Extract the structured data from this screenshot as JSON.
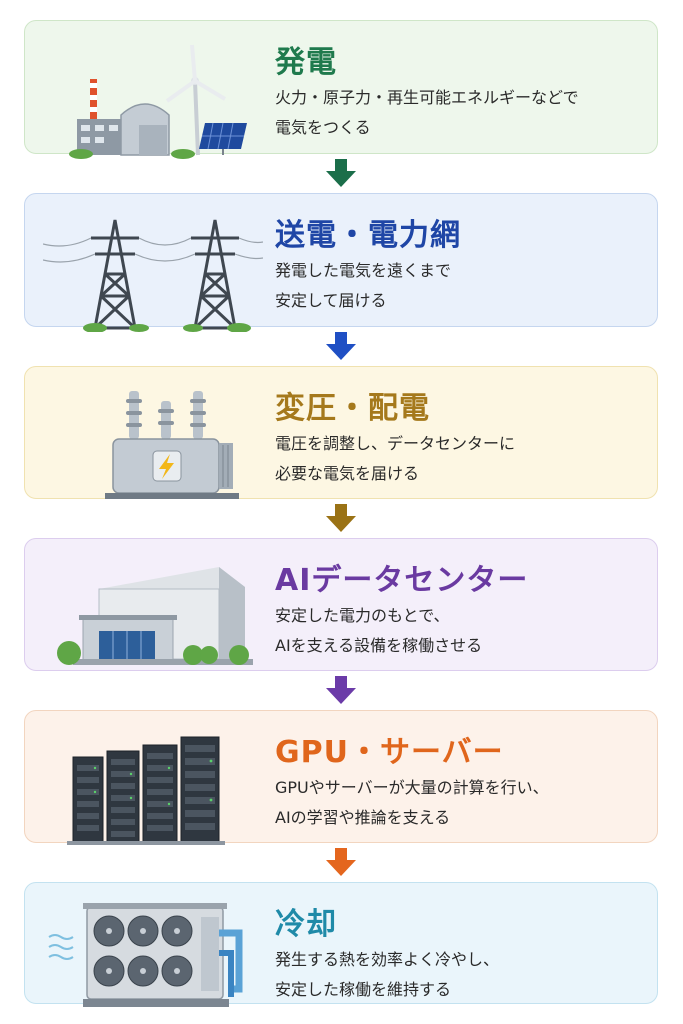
{
  "steps": [
    {
      "id": "generation",
      "title": "発電",
      "line1": "火力・原子力・再生可能エネルギーなどで",
      "line2": "電気をつくる",
      "bg": "#eef7ec",
      "border": "#cfe6c8",
      "title_color": "#1f7a4d",
      "arrow_color": "#1b6e4a",
      "icon": "power-plant-icon"
    },
    {
      "id": "transmission",
      "title": "送電・電力網",
      "line1": "発電した電気を遠くまで",
      "line2": "安定して届ける",
      "bg": "#eaf1fb",
      "border": "#c5d6ef",
      "title_color": "#1f46a6",
      "arrow_color": "#1f4fc4",
      "icon": "transmission-tower-icon"
    },
    {
      "id": "substation",
      "title": "変圧・配電",
      "line1": "電圧を調整し、データセンターに",
      "line2": "必要な電気を届ける",
      "bg": "#fdf7e3",
      "border": "#f0e2b0",
      "title_color": "#a5791c",
      "arrow_color": "#9a7215",
      "icon": "transformer-icon"
    },
    {
      "id": "datacenter",
      "title": "AIデータセンター",
      "line1": "安定した電力のもとで、",
      "line2": "AIを支える設備を稼働させる",
      "bg": "#f4effa",
      "border": "#dccdee",
      "title_color": "#6a3aa1",
      "arrow_color": "#6b3ba8",
      "icon": "data-center-building-icon"
    },
    {
      "id": "gpu",
      "title": "GPU・サーバー",
      "line1": "GPUやサーバーが大量の計算を行い、",
      "line2": "AIの学習や推論を支える",
      "bg": "#fdf2ea",
      "border": "#f2d5bf",
      "title_color": "#e0661c",
      "arrow_color": "#e4661e",
      "icon": "server-rack-icon"
    },
    {
      "id": "cooling",
      "title": "冷却",
      "line1": "発生する熱を効率よく冷やし、",
      "line2": "安定した稼働を維持する",
      "bg": "#eaf5fb",
      "border": "#c3e2f0",
      "title_color": "#1f8aa8",
      "arrow_color": null,
      "icon": "cooling-unit-icon"
    }
  ]
}
